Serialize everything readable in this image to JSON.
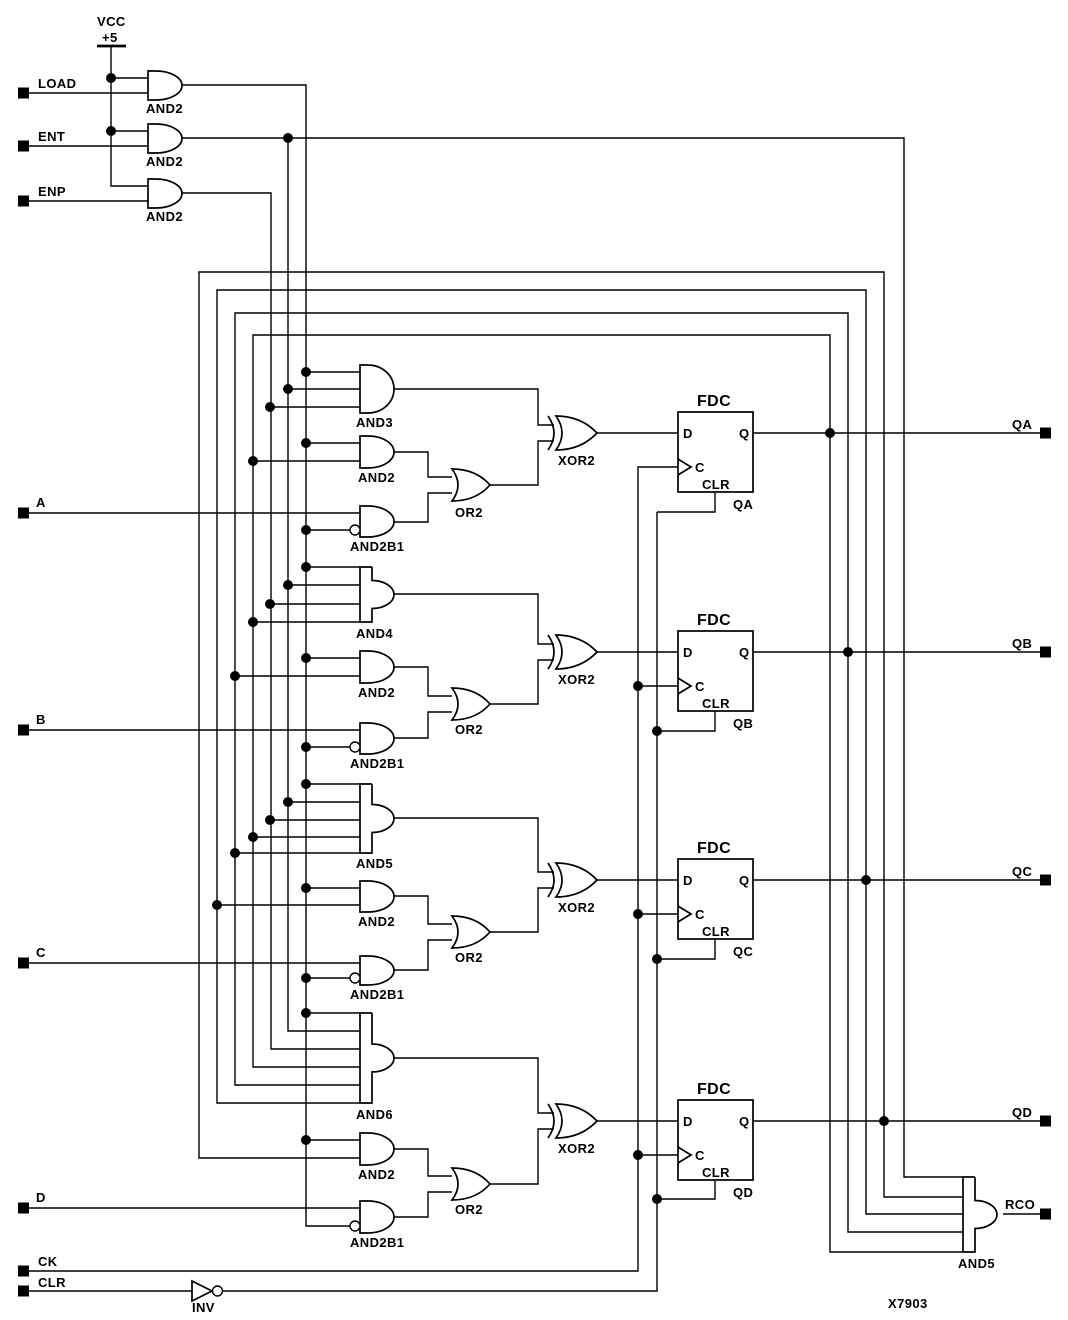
{
  "power": {
    "vcc": "VCC",
    "plus5": "+5"
  },
  "ports": {
    "load": "LOAD",
    "ent": "ENT",
    "enp": "ENP",
    "a": "A",
    "b": "B",
    "c": "C",
    "d": "D",
    "ck": "CK",
    "clr": "CLR",
    "qa": "QA",
    "qb": "QB",
    "qc": "QC",
    "qd": "QD",
    "rco": "RCO"
  },
  "buffer_gates": [
    "AND2",
    "AND2",
    "AND2"
  ],
  "stages": [
    {
      "input": "A",
      "big_and": "AND3",
      "and2": "AND2",
      "and2b1": "AND2B1",
      "or2": "OR2",
      "xor2": "XOR2",
      "ff": "FDC",
      "instance": "QA"
    },
    {
      "input": "B",
      "big_and": "AND4",
      "and2": "AND2",
      "and2b1": "AND2B1",
      "or2": "OR2",
      "xor2": "XOR2",
      "ff": "FDC",
      "instance": "QB"
    },
    {
      "input": "C",
      "big_and": "AND5",
      "and2": "AND2",
      "and2b1": "AND2B1",
      "or2": "OR2",
      "xor2": "XOR2",
      "ff": "FDC",
      "instance": "QC"
    },
    {
      "input": "D",
      "big_and": "AND6",
      "and2": "AND2",
      "and2b1": "AND2B1",
      "or2": "OR2",
      "xor2": "XOR2",
      "ff": "FDC",
      "instance": "QD"
    }
  ],
  "ff_pins": {
    "d": "D",
    "c": "C",
    "q": "Q",
    "clr": "CLR"
  },
  "carry_gate": "AND5",
  "inv_gate": "INV",
  "figure_id": "X7903"
}
